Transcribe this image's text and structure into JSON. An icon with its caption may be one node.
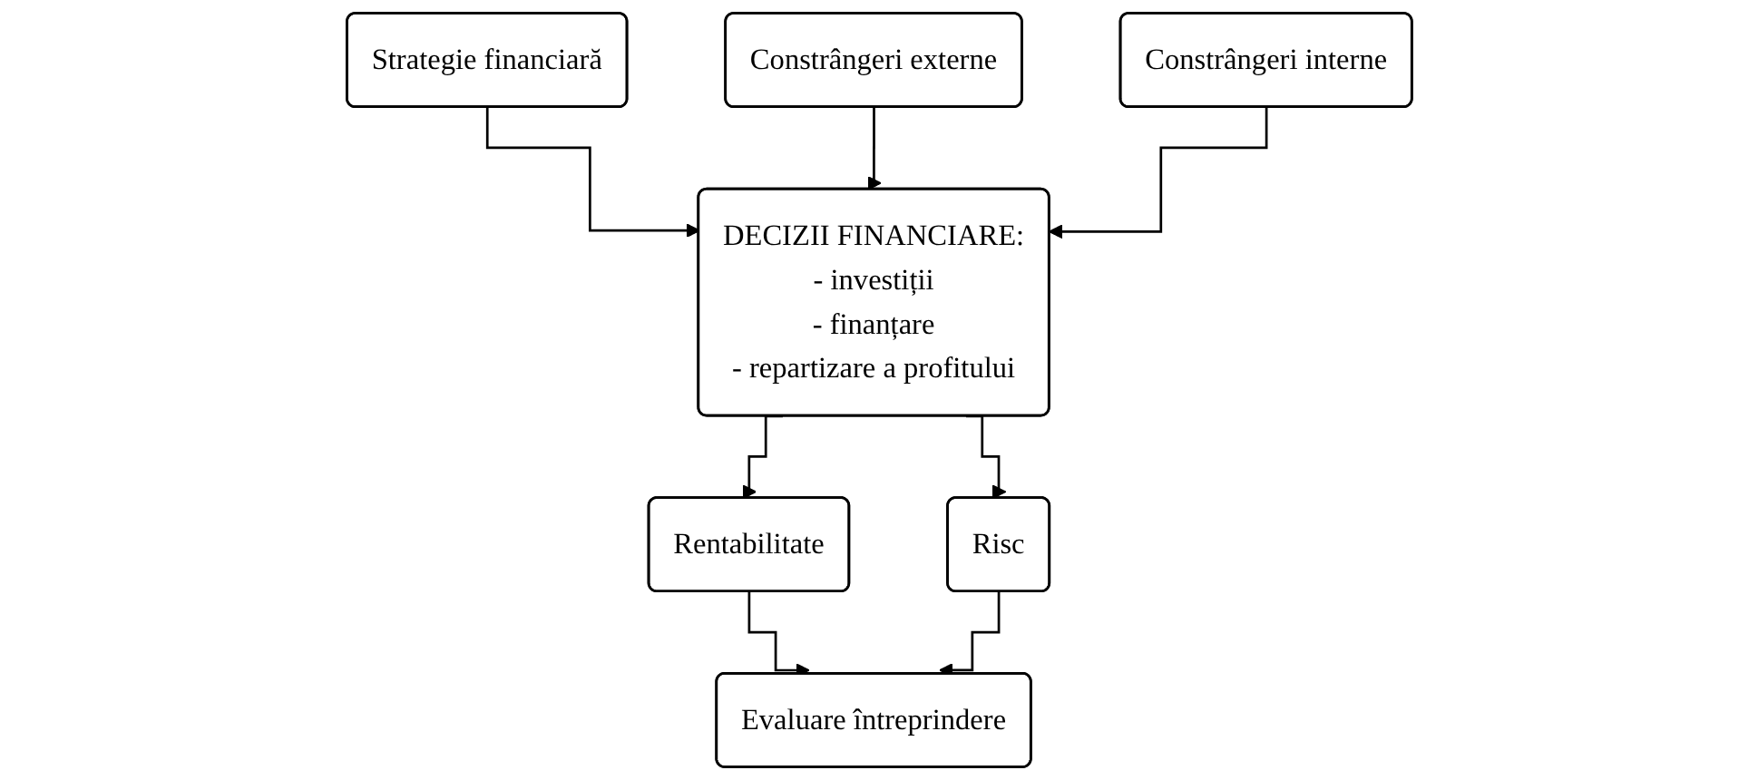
{
  "diagram": {
    "nodes": [
      {
        "text": [
          "Strategie financiară"
        ]
      },
      {
        "text": [
          "DECIZII FINANCIARE:",
          "- investiții",
          "- finanțare",
          "- repartizare a profitului"
        ]
      },
      {
        "text": [
          "Constrângeri externe"
        ]
      },
      {
        "text": [
          "Constrângeri interne"
        ]
      },
      {
        "text": [
          "Rentabilitate"
        ]
      },
      {
        "text": [
          "Risc"
        ]
      },
      {
        "text": [
          "Evaluare întreprindere"
        ]
      }
    ],
    "edges": [
      {
        "from": 0,
        "to": 1,
        "arrow": "to"
      },
      {
        "from": 2,
        "to": 1,
        "arrow": "to"
      },
      {
        "from": 3,
        "to": 1,
        "arrow": "to"
      },
      {
        "from": 1,
        "to": 4,
        "arrow": "to"
      },
      {
        "from": 1,
        "to": 5,
        "arrow": "to"
      },
      {
        "from": 4,
        "to": 6,
        "arrow": "to"
      },
      {
        "from": 5,
        "to": 6,
        "arrow": "to"
      }
    ]
  }
}
